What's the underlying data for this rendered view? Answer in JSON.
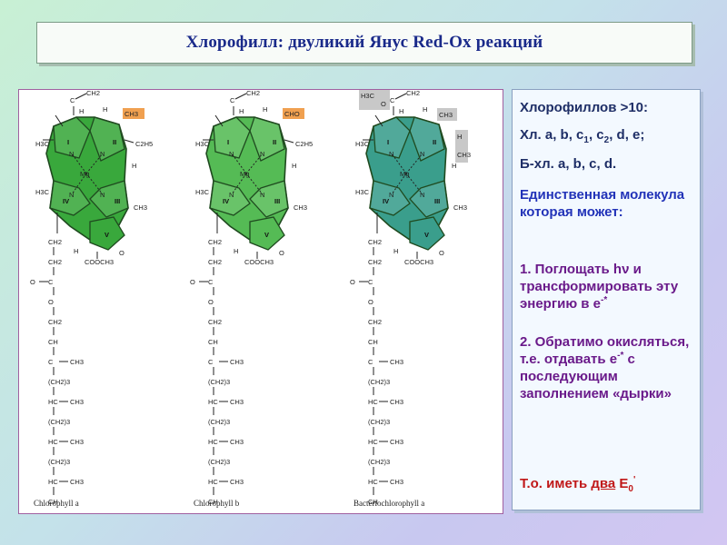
{
  "title": "Хлорофилл: двуликий Янус Red-Ox реакций",
  "molecules": [
    {
      "name": "Chlorophyll a",
      "highlight": "CH3",
      "color": "#39a83c"
    },
    {
      "name": "Chlorophyll b",
      "highlight": "CHO",
      "color": "#55bb55"
    },
    {
      "name": "Bacteriochlorophyll a",
      "highlight": "H3C-C=O",
      "color": "#3a9e8c"
    }
  ],
  "labels": {
    "mg": "Mg",
    "n": "N",
    "coo": "COOCH3",
    "ring1": "I",
    "ring2": "II",
    "ring3": "III",
    "ring4": "IV",
    "ring5": "V",
    "ch2": "CH2",
    "ch3": "CH3",
    "c2h5": "C2H5",
    "h3c": "H3C",
    "h": "H",
    "o": "O",
    "c": "C",
    "ch": "CH",
    "hc": "HC",
    "ch2p": "(CH2)3"
  },
  "info": {
    "line1": "Хлорофиллов >10:",
    "line2a": "Хл. a, b, c",
    "line2_sub1": "1",
    "line2b": ", c",
    "line2_sub2": "2",
    "line2c": ", d, e;",
    "line3": "Б-хл.  a, b, c, d.",
    "para1": "Единственная молекула которая может:",
    "para2a": "1. Поглощать hν и трансформировать эту энергию в e",
    "para2_sup": "-*",
    "para3a": "2. Обратимо окисляться, т.е. отдавать  e",
    "para3_sup": "-*",
    "para3b": " с последующим заполнением «дырки»",
    "para4a": "Т.о. иметь ",
    "para4_u": "два",
    "para4b": " E",
    "para4_sub": "0",
    "para4_sup": "'"
  }
}
